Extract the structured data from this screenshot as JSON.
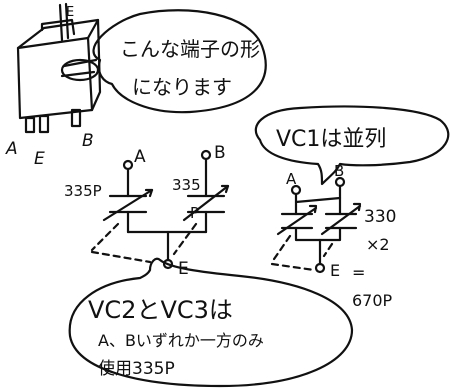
{
  "bubble_shape": {
    "line1": "こんな端子の形",
    "line2": "になります"
  },
  "device_terminals": {
    "top": "E",
    "left": "A",
    "middle": "E",
    "right": "B"
  },
  "center_circuit": {
    "terminal_a": "A",
    "terminal_b": "B",
    "value_left": "335P",
    "value_right": "335",
    "label_p": "P",
    "terminal_e": "E"
  },
  "bubble_parallel": {
    "text": "VC1は並列"
  },
  "right_circuit": {
    "terminal_a": "A",
    "terminal_b": "B",
    "value": "330",
    "multiplier": "×2",
    "terminal_e": "E",
    "equals": "=",
    "total": "670P"
  },
  "bubble_bottom": {
    "line1": "VC2とVC3は",
    "line2": "A、Bいずれか一方のみ",
    "line3": "使用335P"
  }
}
